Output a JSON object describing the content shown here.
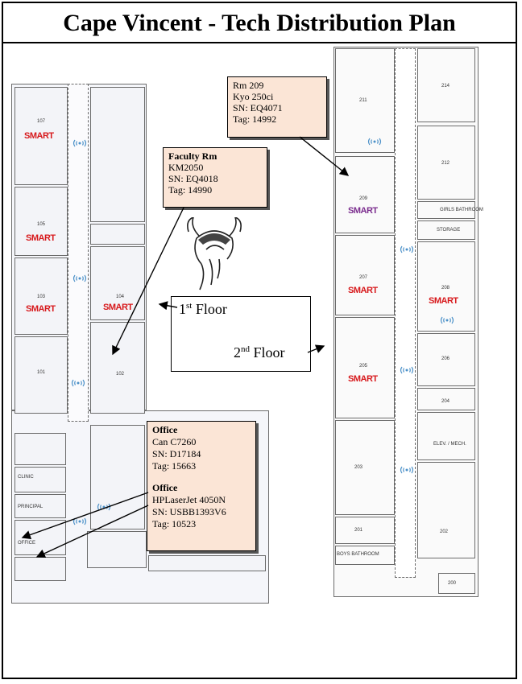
{
  "title": "Cape Vincent - Tech Distribution Plan",
  "colors": {
    "smart_red": "#d7191c",
    "smart_purple": "#7b2d8e",
    "wifi": "#4a90c8",
    "callout_fill": "#fbe5d6"
  },
  "smart_logo_text": "SMART",
  "floor1": {
    "label_num": "1",
    "label_sup": "st",
    "label_word": " Floor",
    "rooms": [
      "107",
      "105",
      "103",
      "104",
      "101",
      "102"
    ],
    "areas": {
      "clinic": "CLINIC",
      "principal": "PRINCIPAL",
      "office": "OFFICE"
    }
  },
  "floor2": {
    "label_num": "2",
    "label_sup": "nd",
    "label_word": " Floor",
    "rooms": [
      "211",
      "214",
      "212",
      "209",
      "207",
      "208",
      "205",
      "206",
      "204",
      "203",
      "202",
      "201",
      "200"
    ],
    "areas": {
      "girls_bathroom": "GIRLS BATHROOM",
      "storage": "STORAGE",
      "elev_mech": "ELEV. / MECH.",
      "boys_bathroom": "BOYS BATHROOM"
    }
  },
  "callouts": {
    "rm209": {
      "lines": [
        "Rm 209",
        "Kyo 250ci",
        "SN: EQ4071",
        "Tag: 14992"
      ]
    },
    "faculty": {
      "title": "Faculty Rm",
      "lines": [
        "KM2050",
        "SN: EQ4018",
        "Tag:  14990"
      ]
    },
    "office1": {
      "title": "Office",
      "lines": [
        "Can C7260",
        "SN:  D17184",
        "Tag:  15663"
      ]
    },
    "office2": {
      "title": "Office",
      "lines": [
        "HPLaserJet 4050N",
        "SN:  USBB1393V6",
        "Tag: 10523"
      ]
    }
  }
}
